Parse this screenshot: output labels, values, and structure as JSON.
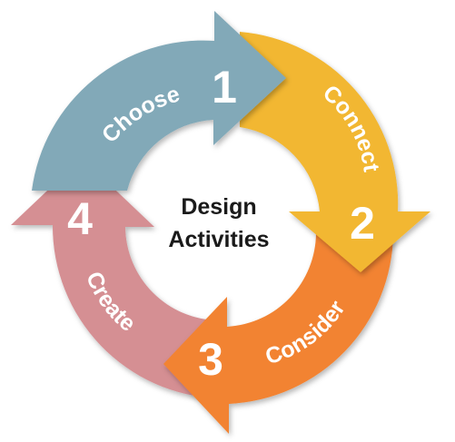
{
  "center": {
    "line1": "Design",
    "line2": "Activities"
  },
  "steps": [
    {
      "number": "1",
      "label": "Choose",
      "color": "#82A9B8"
    },
    {
      "number": "2",
      "label": "Connect",
      "color": "#F2B731"
    },
    {
      "number": "3",
      "label": "Consider",
      "color": "#F28331"
    },
    {
      "number": "4",
      "label": "Create",
      "color": "#D58F93"
    }
  ]
}
